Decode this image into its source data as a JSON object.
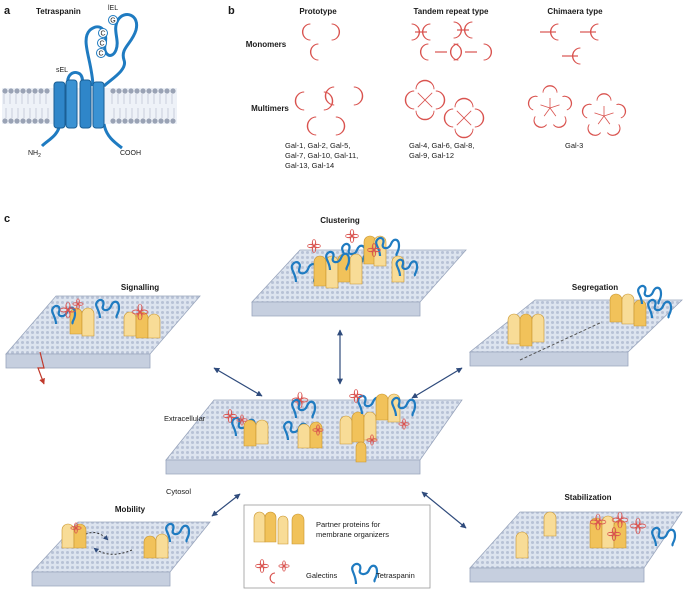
{
  "panel_a": {
    "label": "a",
    "title": "Tetraspanin",
    "iel": "lEL",
    "sel": "sEL",
    "cys": [
      "G",
      "C",
      "C",
      "C"
    ],
    "nh2": "NH",
    "nh2_sub": "2",
    "cooh": "COOH"
  },
  "panel_b": {
    "label": "b",
    "columns": [
      "Prototype",
      "Tandem repeat type",
      "Chimaera type"
    ],
    "rows": [
      "Monomers",
      "Multimers"
    ],
    "proto_lines": [
      "Gal-1, Gal-2, Gal-5,",
      "Gal-7, Gal-10, Gal-11,",
      "Gal-13, Gal-14"
    ],
    "tandem_lines": [
      "Gal-4, Gal-6, Gal-8,",
      "Gal-9, Gal-12"
    ],
    "chimaera_lines": [
      "Gal-3"
    ]
  },
  "panel_c": {
    "label": "c",
    "clustering": "Clustering",
    "signalling": "Signalling",
    "segregation": "Segregation",
    "mobility": "Mobility",
    "stabilization": "Stabilization",
    "extracellular": "Extracellular",
    "cytosol": "Cytosol",
    "legend": {
      "partner_line1": "Partner proteins for",
      "partner_line2": "membrane organizers",
      "galectins": "Galectins",
      "tetraspanin": "Tetraspanin"
    }
  },
  "colors": {
    "membrane": "#c9d4e6",
    "lipid_head": "#9aa3b5",
    "tetraspanin": "#1f7bc1",
    "galectin": "#d9534f",
    "galectin_fill": "#ef8f8c",
    "partner": "#f1c25a",
    "partner_light": "#f8dc97",
    "arrow": "#2f4b7c"
  }
}
